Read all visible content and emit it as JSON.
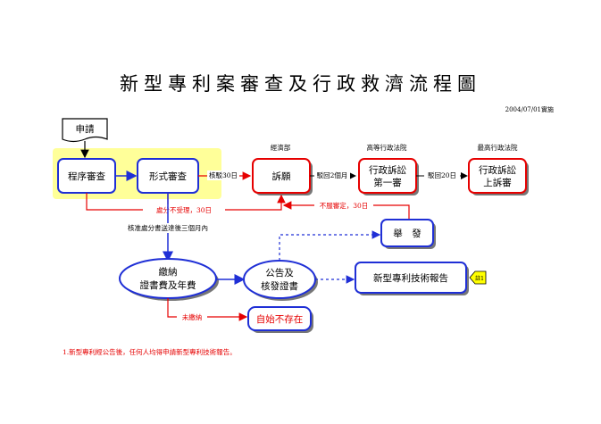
{
  "title": "新型專利案審查及行政救濟流程圖",
  "date": "2004/07/01實施",
  "nodes": {
    "apply": "申請",
    "procedural": "程序審查",
    "formal": "形式審查",
    "petition": "訴願",
    "admin_court_1": [
      "行政訴訟",
      "第一審"
    ],
    "admin_court_2": [
      "行政訴訟",
      "上訴審"
    ],
    "pay": [
      "繳納",
      "證書費及年費"
    ],
    "announce": [
      "公告及",
      "核發證書"
    ],
    "report": "新型專利技術報告",
    "report_note": "註1",
    "report_req": "舉　發",
    "nonexist": "自始不存在"
  },
  "labels": {
    "org_moea": "經濟部",
    "org_high": "高等行政法院",
    "org_supreme": "最高行政法院",
    "reject_30": "核駁30日",
    "reject_2m": "駁回2個月",
    "reject_20": "駁回20日",
    "disposal_reject": "處分不受理，30日",
    "not_review": "不服審定，30日",
    "approve_note": "核准處分書送達後三個月內",
    "unpaid": "未繳納"
  },
  "footnote": "1.新型專利經公告後，任何人均得申請新型專利技術報告。"
}
